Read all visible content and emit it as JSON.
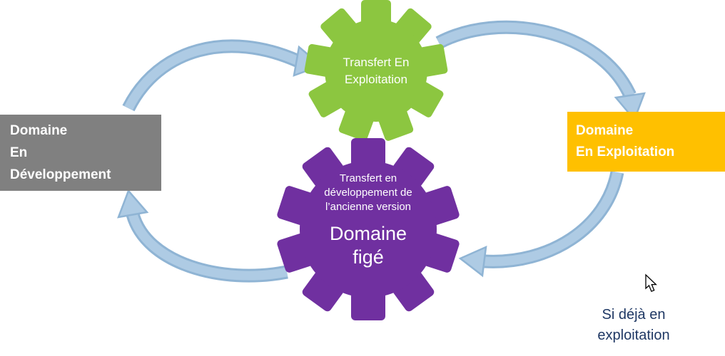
{
  "boxes": {
    "development": {
      "line1": "Domaine",
      "line2": "En",
      "line3": "Développement"
    },
    "exploitation": {
      "line1": "Domaine",
      "line2": "En Exploitation"
    }
  },
  "gears": {
    "transfer": {
      "line1": "Transfert En",
      "line2": "Exploitation"
    },
    "frozen": {
      "small1": "Transfert en",
      "small2": "développement de",
      "small3": "l’ancienne version",
      "big1": "Domaine",
      "big2": "figé"
    }
  },
  "note": {
    "line1": "Si déjà en",
    "line2": "exploitation"
  },
  "colors": {
    "development_box": "#808080",
    "exploitation_box": "#FFC000",
    "green_gear": "#8CC640",
    "purple_gear": "#7030A0",
    "arrow_fill": "#AECBE4",
    "arrow_edge": "#8FB4D4",
    "note_text": "#1F3864"
  }
}
